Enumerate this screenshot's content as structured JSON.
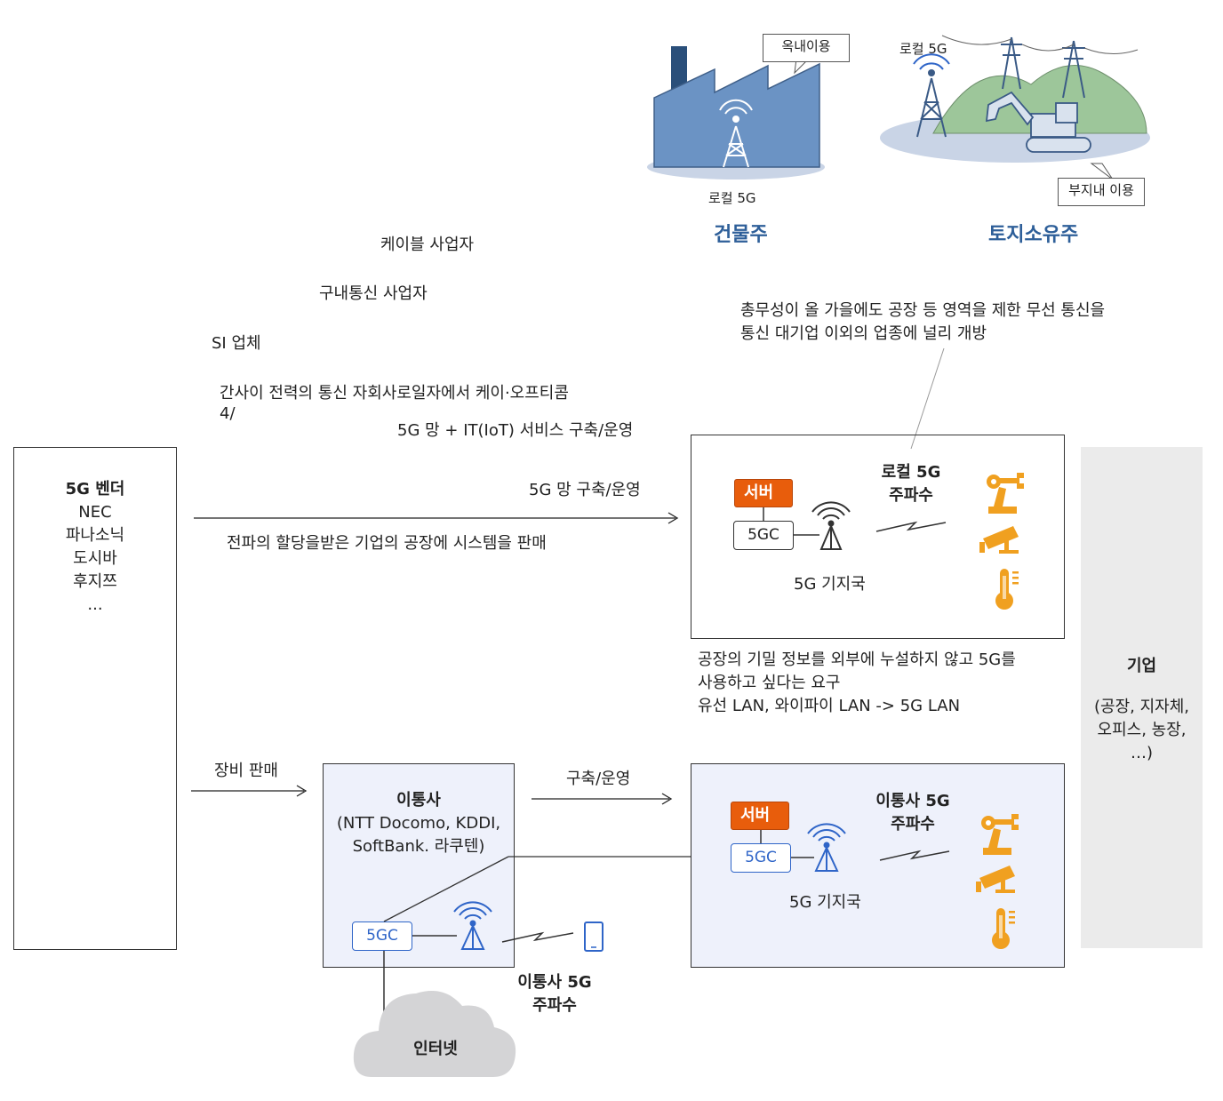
{
  "top": {
    "indoor_callout": "옥내이용",
    "factory_local5g": "로컬 5G",
    "building_owner": "건물주",
    "outdoor_local5g": "로컬 5G",
    "premises_callout": "부지내 이용",
    "land_owner": "토지소유주"
  },
  "left_texts": {
    "cable": "케이블 사업자",
    "inhouse": "구내통신 사업자",
    "si": "SI 업체",
    "kansai": "간사이 전력의 통신 자회사로일자에서 케이·오프티콤",
    "kansai2": "4/",
    "service": "5G 망 + IT(IoT) 서비스 구축/운영",
    "build": "5G 망 구축/운영",
    "sell_systems": "전파의 할당을받은 기업의 공장에 시스템을 판매",
    "sell_equipment": "장비 판매",
    "build_ops": "구축/운영"
  },
  "note_ministry": [
    "총무성이 올 가을에도 공장 등 영역을 제한 무선 통신을",
    "통신 대기업 이외의 업종에 널리 개방"
  ],
  "note_need": [
    "공장의 기밀 정보를 외부에 누설하지 않고 5G를",
    "사용하고 싶다는 요구",
    "유선 LAN, 와이파이 LAN -> 5G LAN"
  ],
  "vendor": {
    "title": "5G 벤더",
    "items": [
      "NEC",
      "파나소닉",
      "도시바",
      "후지쯔",
      "..."
    ]
  },
  "local_box": {
    "server": "서버",
    "gc": "5GC",
    "base_station": "5G 기지국",
    "freq": [
      "로컬 5G",
      "주파수"
    ]
  },
  "carrier_box": {
    "title": "이통사",
    "names": [
      "(NTT Docomo, KDDI,",
      "SoftBank. 라쿠텐)"
    ],
    "gc": "5GC",
    "freq": [
      "이통사 5G",
      "주파수"
    ],
    "internet": "인터넷"
  },
  "carrier_site": {
    "server": "서버",
    "gc": "5GC",
    "base_station": "5G 기지국",
    "freq": [
      "이통사 5G",
      "주파수"
    ]
  },
  "enterprise": {
    "title": "기업",
    "desc": [
      "(공장, 지자체,",
      "오피스, 농장,",
      "…)"
    ]
  },
  "colors": {
    "factory": "#6b93c4",
    "orange": "#f0a020",
    "blue": "#2f65c8",
    "server": "#e85d0c",
    "title_blue": "#2e5f99"
  }
}
